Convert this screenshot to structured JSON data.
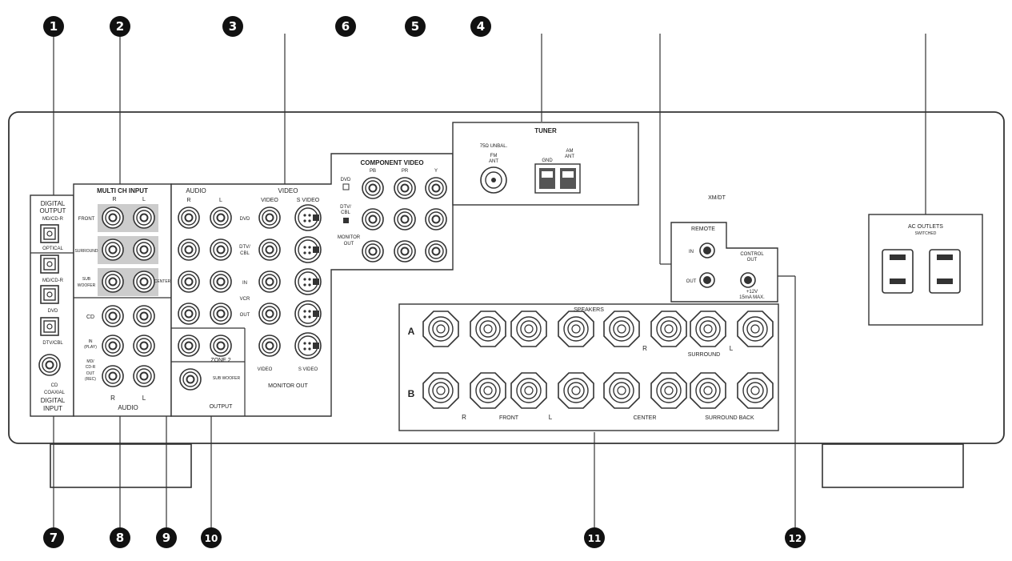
{
  "callouts": [
    "1",
    "2",
    "3",
    "6",
    "5",
    "4",
    "7",
    "8",
    "9",
    "10",
    "11",
    "12"
  ],
  "digital_output": {
    "title": "DIGITAL OUTPUT",
    "md_cd_r": "MD/CD-R",
    "optical": "OPTICAL",
    "md_cd_r2": "MD/CD-R",
    "dvd": "DVD",
    "dtv_cbl": "DTV/CBL",
    "cd": "CD",
    "coaxial": "COAXIAL",
    "input_title": "DIGITAL INPUT"
  },
  "multi_ch": {
    "title": "MULTI CH INPUT",
    "front": "FRONT",
    "surround": "SURROUND",
    "sub": "SUB",
    "woofer": "WOOFER",
    "center": "CENTER",
    "r": "R",
    "l": "L"
  },
  "audio_group": {
    "cd": "CD",
    "in": "IN",
    "play": "(PLAY)",
    "md": "MD/",
    "cd_r": "CD-R",
    "out": "OUT",
    "rec": "(REC)",
    "title": "AUDIO"
  },
  "video": {
    "audio": "AUDIO",
    "video": "VIDEO",
    "video_col": "VIDEO",
    "s_video": "S VIDEO",
    "dvd": "DVD",
    "dtv": "DTV/",
    "cbl": "CBL",
    "in": "IN",
    "vcr": "VCR",
    "out": "OUT",
    "monitor_out": "MONITOR OUT",
    "video_bottom": "VIDEO",
    "s_video_bottom": "S VIDEO",
    "zone2": "ZONE 2",
    "subwoofer": "SUB WOOFER",
    "output": "OUTPUT"
  },
  "component": {
    "title": "COMPONENT VIDEO",
    "pb": "PB",
    "pr": "PR",
    "y": "Y",
    "dvd": "DVD",
    "dtv": "DTV/",
    "cbl": "CBL",
    "monitor": "MONITOR",
    "out": "OUT"
  },
  "tuner": {
    "title": "TUNER",
    "unbal": "75Ω UNBAL.",
    "fm": "FM",
    "ant": "ANT",
    "gnd": "GND",
    "am": "AM",
    "ant2": "ANT"
  },
  "xmdt": "XM/DT",
  "remote": {
    "title": "REMOTE",
    "in": "IN",
    "out": "OUT"
  },
  "control": {
    "title": "CONTROL",
    "out": "OUT",
    "voltage": "+12V",
    "current": "15mA MAX."
  },
  "ac": {
    "title": "AC OUTLETS",
    "sub": "SWITCHED"
  },
  "speakers": {
    "title": "SPEAKERS",
    "a": "A",
    "b": "B",
    "surround": "SURROUND",
    "front": "FRONT",
    "center": "CENTER",
    "surround_back": "SURROUND BACK"
  }
}
